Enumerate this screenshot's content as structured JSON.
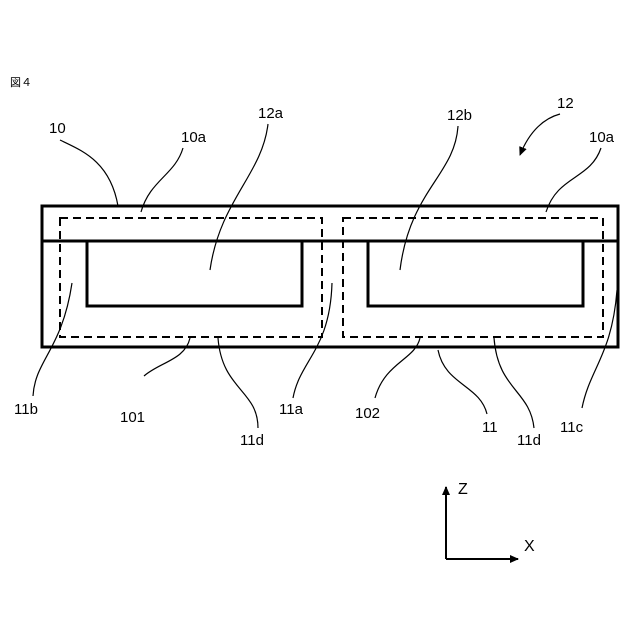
{
  "figure": {
    "label": "図４"
  },
  "refs": {
    "r10": "10",
    "r10a_left": "10a",
    "r12a": "12a",
    "r12b": "12b",
    "r12": "12",
    "r10a_right": "10a",
    "r11b": "11b",
    "r101": "101",
    "r11d_left": "11d",
    "r11a": "11a",
    "r102": "102",
    "r11": "11",
    "r11d_right": "11d",
    "r11c": "11c"
  },
  "axes": {
    "z": "Z",
    "x": "X"
  }
}
